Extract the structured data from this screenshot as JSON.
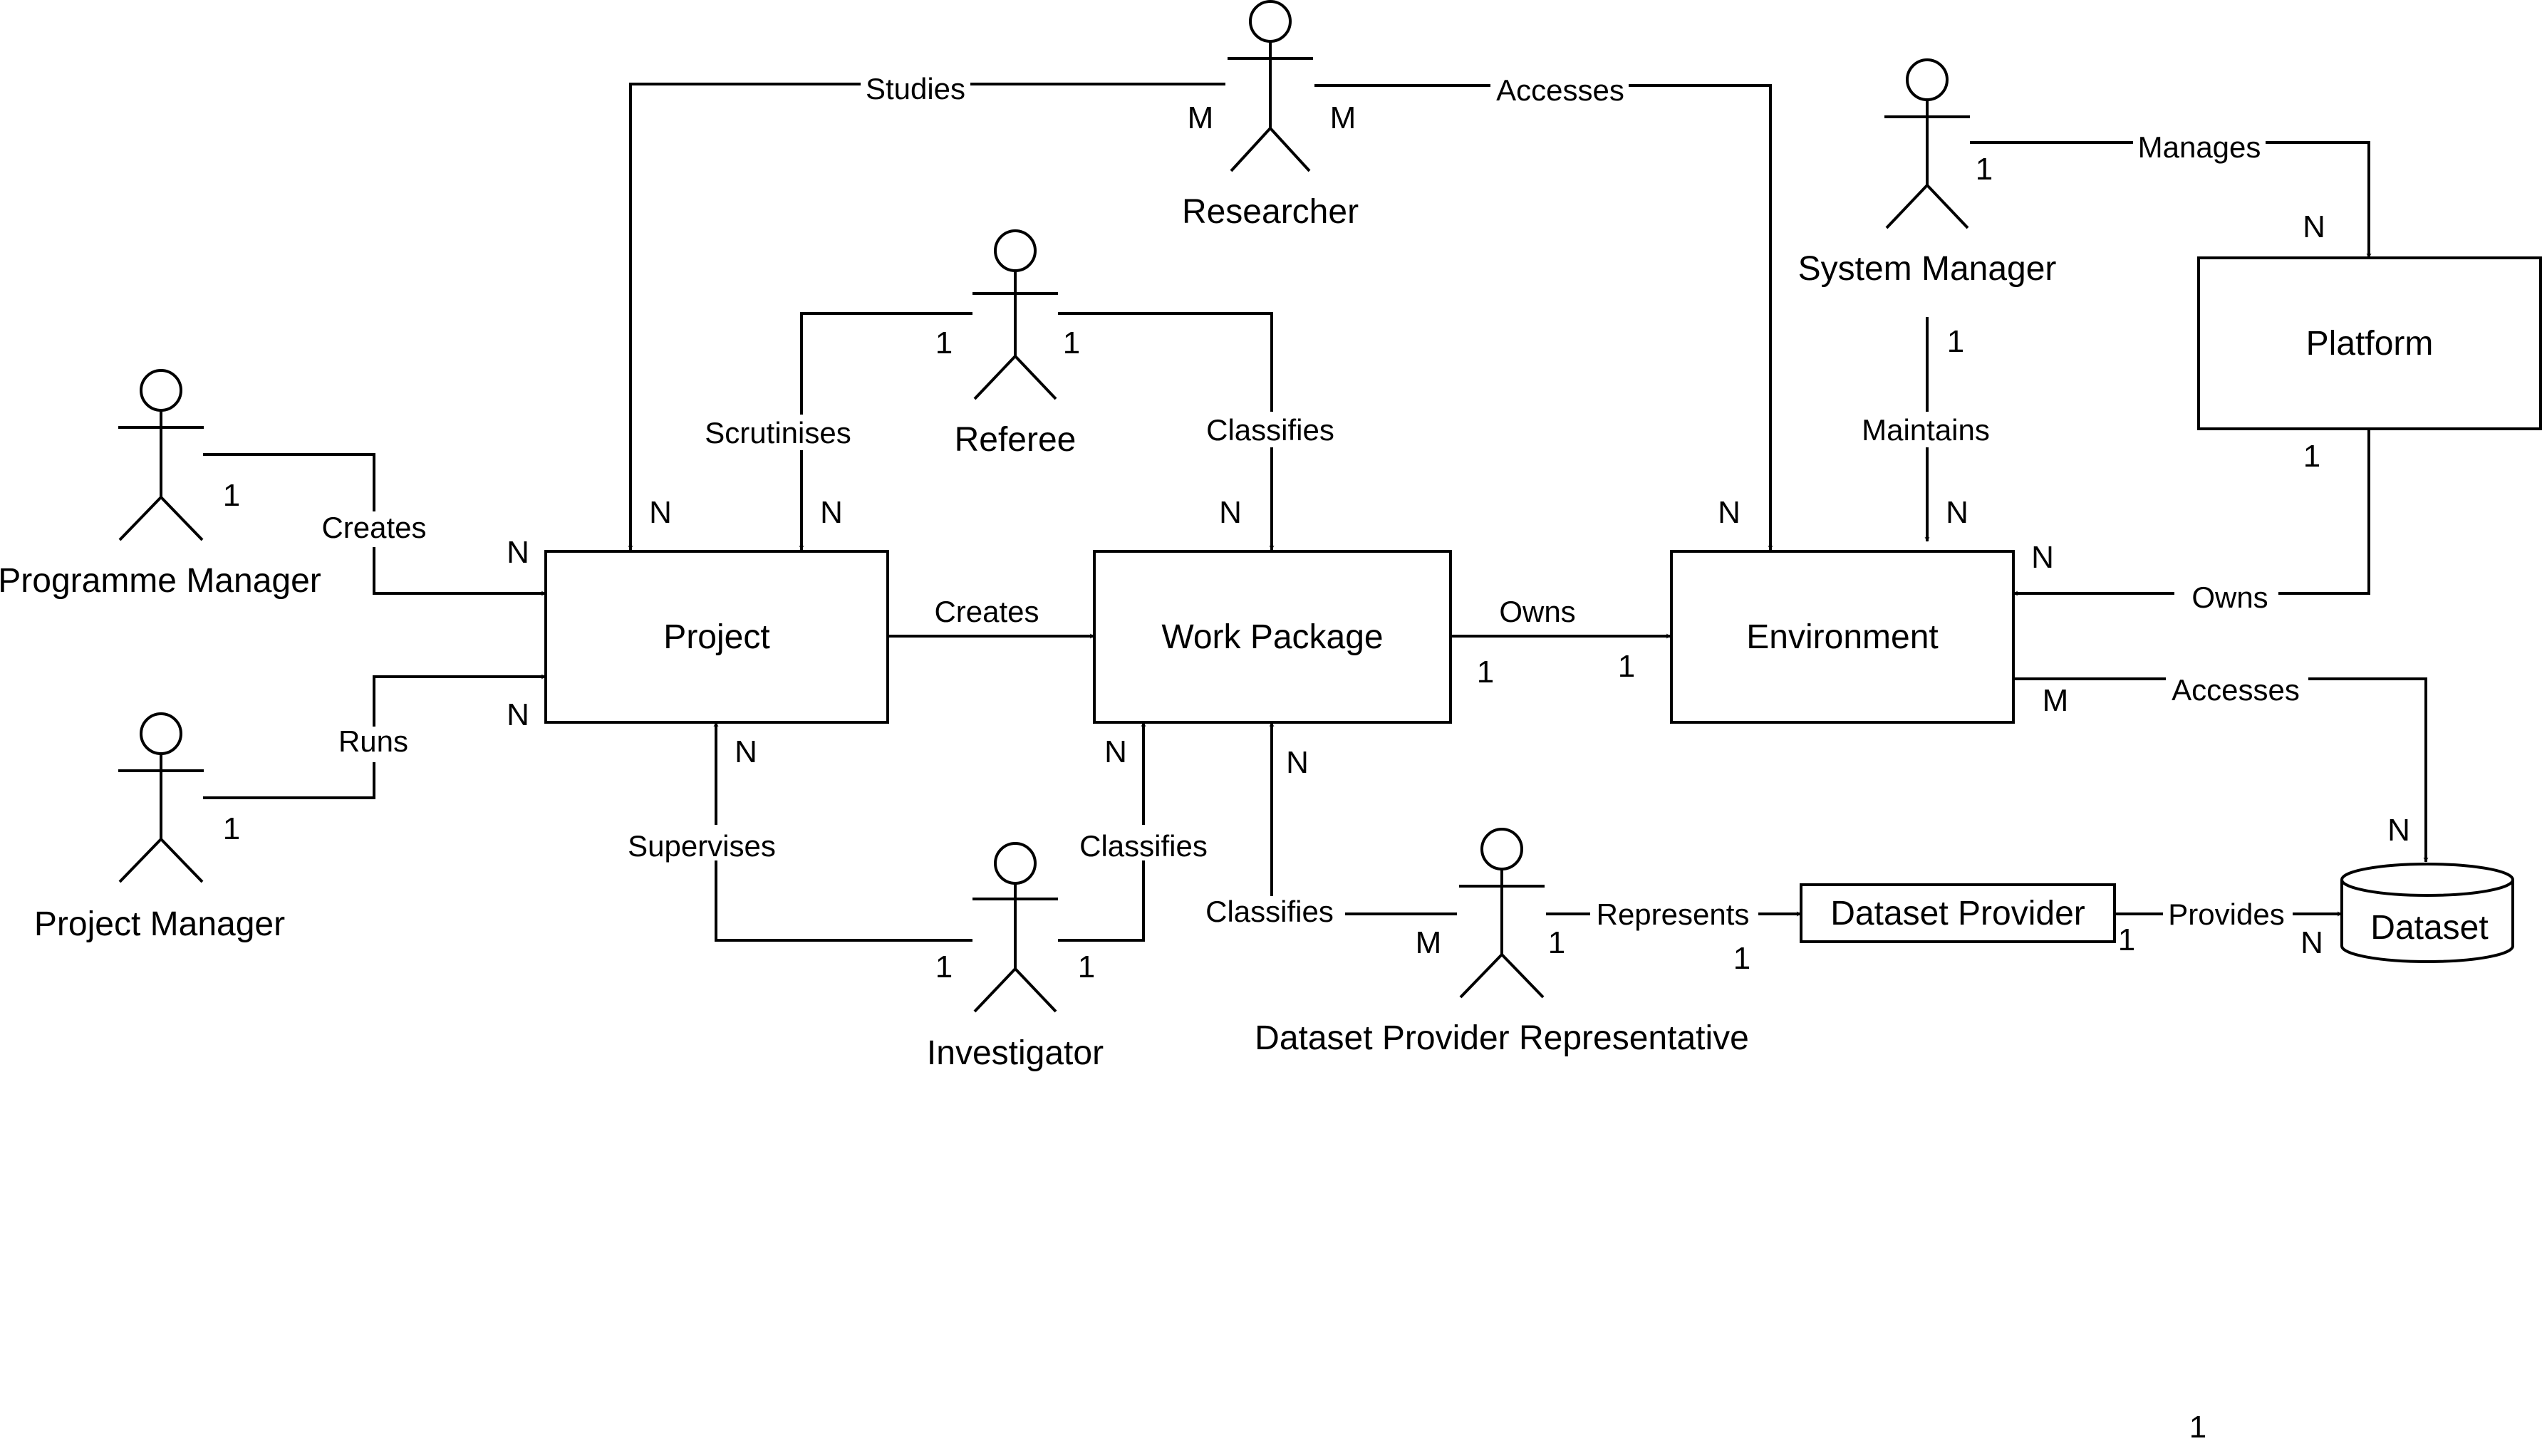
{
  "actors": {
    "researcher": "Researcher",
    "referee": "Referee",
    "system_manager": "System Manager",
    "programme_manager": "Programme Manager",
    "project_manager": "Project Manager",
    "investigator": "Investigator",
    "dataset_provider_representative": "Dataset Provider Representative"
  },
  "entities": {
    "project": "Project",
    "work_package": "Work Package",
    "environment": "Environment",
    "platform": "Platform",
    "dataset_provider": "Dataset Provider",
    "dataset": "Dataset"
  },
  "relations": {
    "studies": "Studies",
    "accesses_researcher": "Accesses",
    "manages": "Manages",
    "scrutinises": "Scrutinises",
    "classifies_referee": "Classifies",
    "maintains": "Maintains",
    "creates_programme": "Creates",
    "creates_project": "Creates",
    "owns_workpackage": "Owns",
    "owns_platform": "Owns",
    "accesses_environment": "Accesses",
    "runs": "Runs",
    "supervises": "Supervises",
    "classifies_investigator": "Classifies",
    "classifies_dpr": "Classifies",
    "represents": "Represents",
    "provides": "Provides"
  },
  "cardinalities": {
    "researcher_studies": "M",
    "researcher_accesses": "M",
    "sysman_manages": "1",
    "platform_managed": "N",
    "referee_scrutinises": "1",
    "referee_classifies": "1",
    "sysman_maintains": "1",
    "platform_owns": "1",
    "programme_creates": "1",
    "project_created": "N",
    "project_studied": "N",
    "project_scrutinised": "N",
    "workpackage_classified_referee": "N",
    "environment_accessed": "N",
    "environment_maintained": "N",
    "environment_owned_platform": "N",
    "workpackage_owns": "1",
    "environment_owned_wp": "1",
    "project_run": "N",
    "environment_accesses": "M",
    "project_supervised": "N",
    "workpackage_classified_investigator": "N",
    "workpackage_classified_dpr": "N",
    "projman_runs": "1",
    "dataset_accessed": "N",
    "dpr_classifies": "M",
    "dpr_represents": "1",
    "provider_represented": "1",
    "provider_provides": "1",
    "dataset_provided": "N",
    "investigator_supervises": "1",
    "investigator_classifies": "1",
    "stray": "1"
  }
}
